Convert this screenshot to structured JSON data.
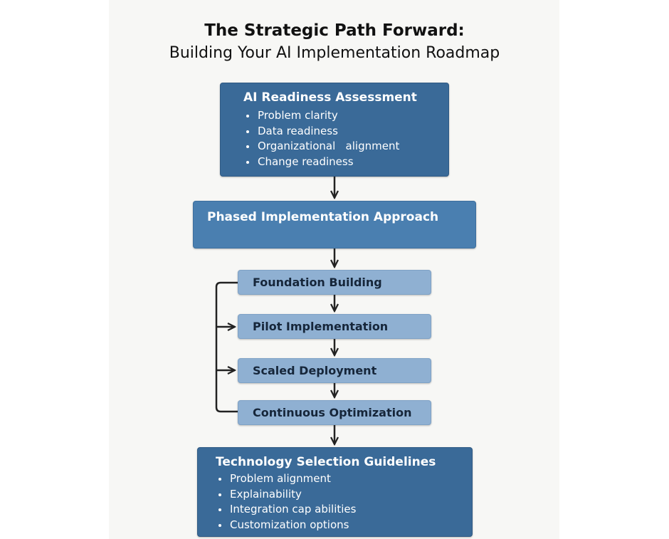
{
  "title": {
    "main": "The Strategic Path Forward:",
    "sub": "Building Your AI Implementation Roadmap"
  },
  "assessment": {
    "title": "AI Readiness Assessment",
    "items": [
      "Problem clarity",
      "Data readiness",
      "Organizational   alignment",
      "Change readiness"
    ]
  },
  "phased": {
    "title": "Phased Implementation Approach"
  },
  "phases": [
    {
      "label": "Foundation Building"
    },
    {
      "label": "Pilot Implementation"
    },
    {
      "label": "Scaled Deployment"
    },
    {
      "label": "Continuous Optimization"
    }
  ],
  "technology": {
    "title": "Technology Selection Guidelines",
    "items": [
      "Problem alignment",
      "Explainability",
      "Integration cap abilities",
      "Customization options"
    ]
  },
  "colors": {
    "dark_box": "#3a6a98",
    "mid_box": "#4a7fb0",
    "light_box": "#8fb0d2",
    "arrow": "#222222"
  }
}
